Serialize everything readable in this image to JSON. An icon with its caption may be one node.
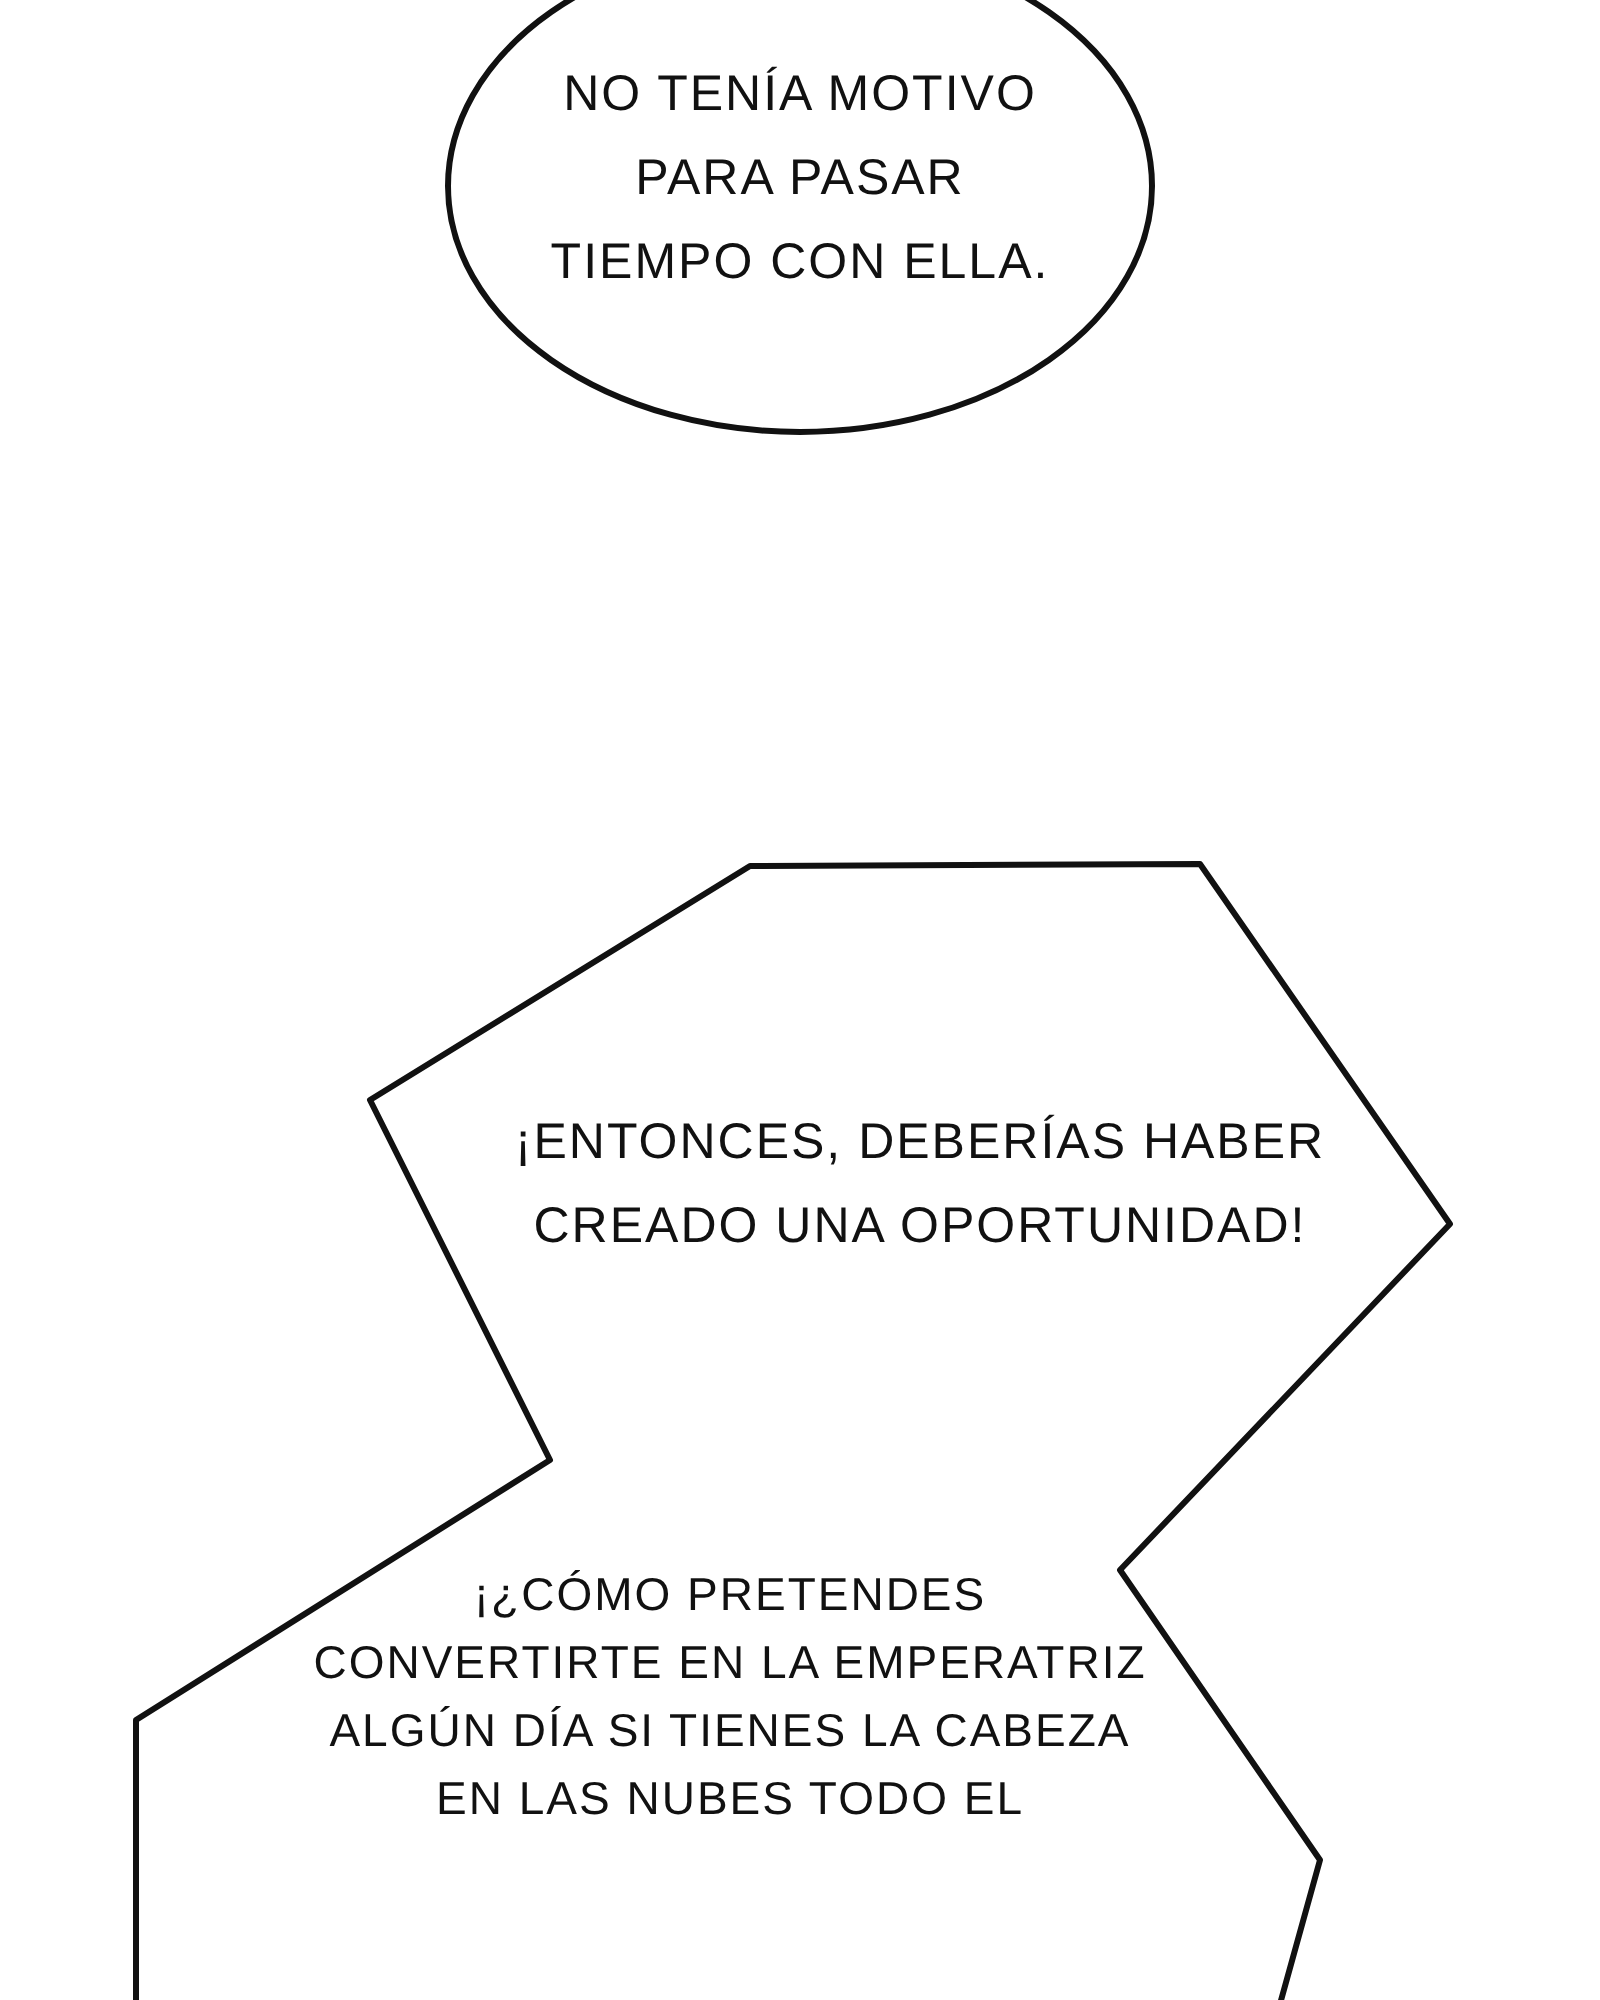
{
  "diagram": {
    "nodes": [
      {
        "text": [
          "NO TENÍA MOTIVO PARA PASAR TIEMPO CON ELLA."
        ]
      },
      {
        "text": [
          "¡ENTONCES, DEBERÍAS HABER CREADO UNA OPORTUNIDAD!",
          "¡¿CÓMO PRETENDES CONVERTIRTE EN LA EMPERATRIZ ALGÚN DÍA SI TIENES LA CABEZA EN LAS NUBES TODO EL"
        ]
      }
    ]
  }
}
